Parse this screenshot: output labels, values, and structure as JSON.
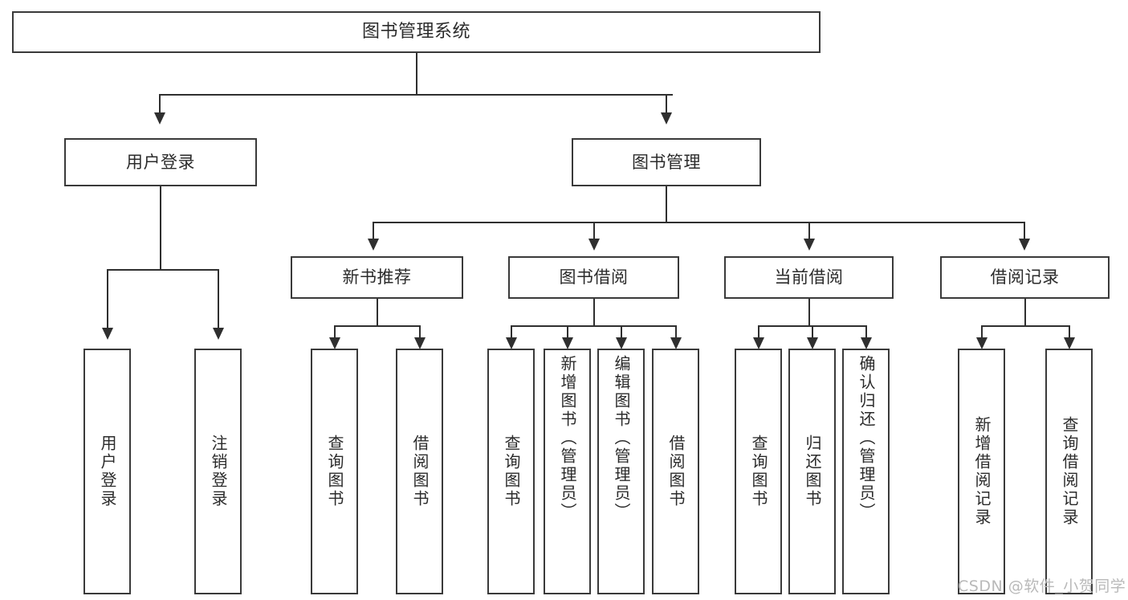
{
  "diagram": {
    "title": "图书管理系统",
    "type": "功能结构图",
    "watermark": "CSDN @软件_小贺同学",
    "colors": {
      "box_border": "#3a3a3a",
      "connector": "#2f2f2f",
      "background": "#ffffff",
      "text": "#2b2b2b",
      "watermark": "#b9b9b9"
    }
  },
  "nodes": {
    "root": {
      "label": "图书管理系统"
    },
    "level2": [
      {
        "id": "user-login",
        "label": "用户登录"
      },
      {
        "id": "book-management",
        "label": "图书管理"
      }
    ],
    "level3": [
      {
        "id": "new-book-recommend",
        "label": "新书推荐"
      },
      {
        "id": "book-borrow",
        "label": "图书借阅"
      },
      {
        "id": "current-borrow",
        "label": "当前借阅"
      },
      {
        "id": "borrow-record",
        "label": "借阅记录"
      }
    ],
    "leaves": {
      "user_login": [
        {
          "id": "leaf-user-login",
          "label": "用户登录"
        },
        {
          "id": "leaf-logout-login",
          "label": "注销登录"
        }
      ],
      "new_book_recommend": [
        {
          "id": "leaf-query-book-1",
          "label": "查询图书"
        },
        {
          "id": "leaf-borrow-book-1",
          "label": "借阅图书"
        }
      ],
      "book_borrow": [
        {
          "id": "leaf-query-book-2",
          "label": "查询图书"
        },
        {
          "id": "leaf-add-book",
          "label": "新增图书（管理员）"
        },
        {
          "id": "leaf-edit-book",
          "label": "编辑图书（管理员）"
        },
        {
          "id": "leaf-borrow-book-2",
          "label": "借阅图书"
        }
      ],
      "current_borrow": [
        {
          "id": "leaf-query-book-3",
          "label": "查询图书"
        },
        {
          "id": "leaf-return-book",
          "label": "归还图书"
        },
        {
          "id": "leaf-confirm-return",
          "label": "确认归还（管理员）"
        }
      ],
      "borrow_record": [
        {
          "id": "leaf-add-record",
          "label": "新增借阅记录"
        },
        {
          "id": "leaf-query-record",
          "label": "查询借阅记录"
        }
      ]
    }
  }
}
